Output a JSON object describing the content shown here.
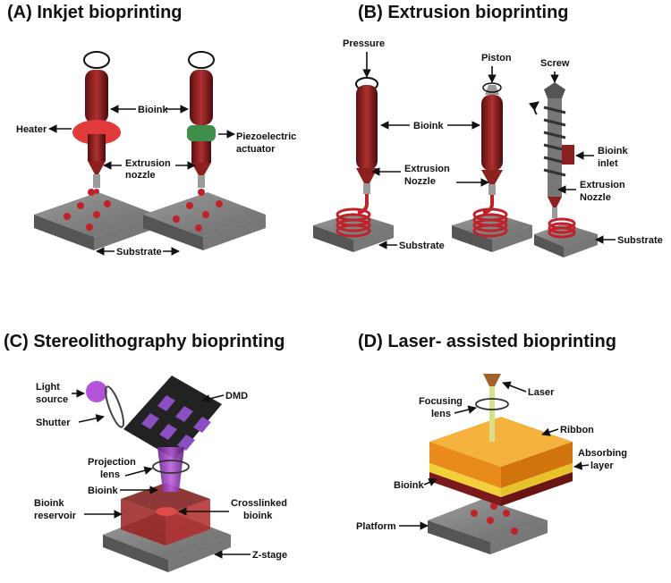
{
  "panels": {
    "a": {
      "title": "(A) Inkjet bioprinting",
      "labels": {
        "heater": "Heater",
        "bioink": "Bioink",
        "piezo_1": "Piezoelectric",
        "piezo_2": "actuator",
        "nozzle_1": "Extrusion",
        "nozzle_2": "nozzle",
        "substrate": "Substrate"
      }
    },
    "b": {
      "title": "(B) Extrusion bioprinting",
      "labels": {
        "pressure": "Pressure",
        "piston": "Piston",
        "screw": "Screw",
        "bioink": "Bioink",
        "bioink_inlet_1": "Bioink",
        "bioink_inlet_2": "inlet",
        "nozzle_1": "Extrusion",
        "nozzle_2": "Nozzle",
        "nozzle_right_1": "Extrusion",
        "nozzle_right_2": "Nozzle",
        "substrate_1": "Substrate",
        "substrate_2": "Substrate"
      }
    },
    "c": {
      "title": "(C) Stereolithography bioprinting",
      "labels": {
        "light_1": "Light",
        "light_2": "source",
        "shutter": "Shutter",
        "dmd": "DMD",
        "projection_1": "Projection",
        "projection_2": "lens",
        "bioink": "Bioink",
        "reservoir_1": "Bioink",
        "reservoir_2": "reservoir",
        "crosslinked_1": "Crosslinked",
        "crosslinked_2": "bioink",
        "zstage": "Z-stage"
      }
    },
    "d": {
      "title": "(D) Laser- assisted bioprinting",
      "labels": {
        "laser": "Laser",
        "focusing_1": "Focusing",
        "focusing_2": "lens",
        "ribbon": "Ribbon",
        "absorbing_1": "Absorbing",
        "absorbing_2": "layer",
        "bioink": "Bioink",
        "platform": "Platform"
      }
    }
  },
  "colors": {
    "bioink_red": "#c0222a",
    "heater_red": "#e23b3b",
    "piezo_green": "#3f8f4a",
    "plate_gray": "#6f6f6f",
    "laser_orange": "#f39a1a",
    "resin_purple": "#9b3fc1"
  }
}
